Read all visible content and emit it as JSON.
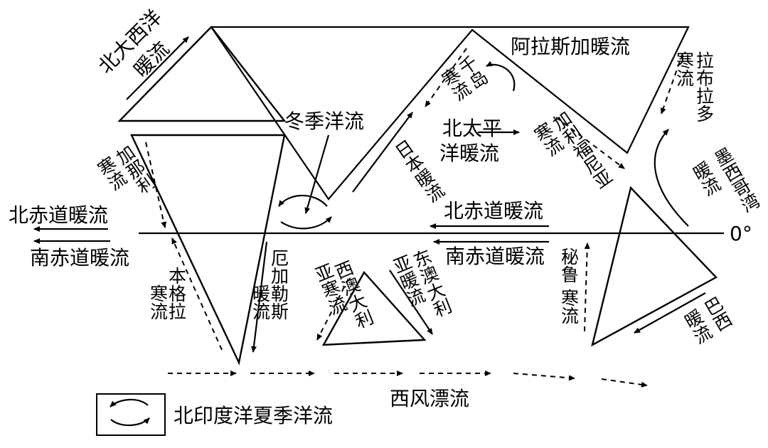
{
  "labels": {
    "north_atlantic": [
      "北大西洋",
      "暖流"
    ],
    "alaska": "阿拉斯加暖流",
    "labrador": [
      "拉布拉多",
      "寒流"
    ],
    "oyashio": [
      "千岛",
      "寒流"
    ],
    "winter_current": "冬季洋流",
    "north_pacific": [
      "北太平",
      "洋暖流"
    ],
    "california": [
      "加利福尼亚",
      "寒流"
    ],
    "canary": [
      "加那利",
      "寒流"
    ],
    "kuroshio": "日本暖流",
    "gulf_mexico": [
      "墨西哥湾",
      "暖流"
    ],
    "north_eq_left": "北赤道暖流",
    "north_eq_right": "北赤道暖流",
    "equator": "0°",
    "south_eq_left": "南赤道暖流",
    "south_eq_right": "南赤道暖流",
    "benguela": [
      "本格拉",
      "寒流"
    ],
    "agulhas": [
      "厄加勒斯",
      "暖流"
    ],
    "west_australia": [
      "西澳大利",
      "亚寒流"
    ],
    "east_australia": [
      "东澳大利",
      "亚暖流"
    ],
    "peru": [
      "秘鲁",
      "寒流"
    ],
    "brazil": [
      "巴西",
      "暖流"
    ],
    "west_wind_drift": "西风漂流",
    "legend": "北印度洋夏季洋流"
  }
}
